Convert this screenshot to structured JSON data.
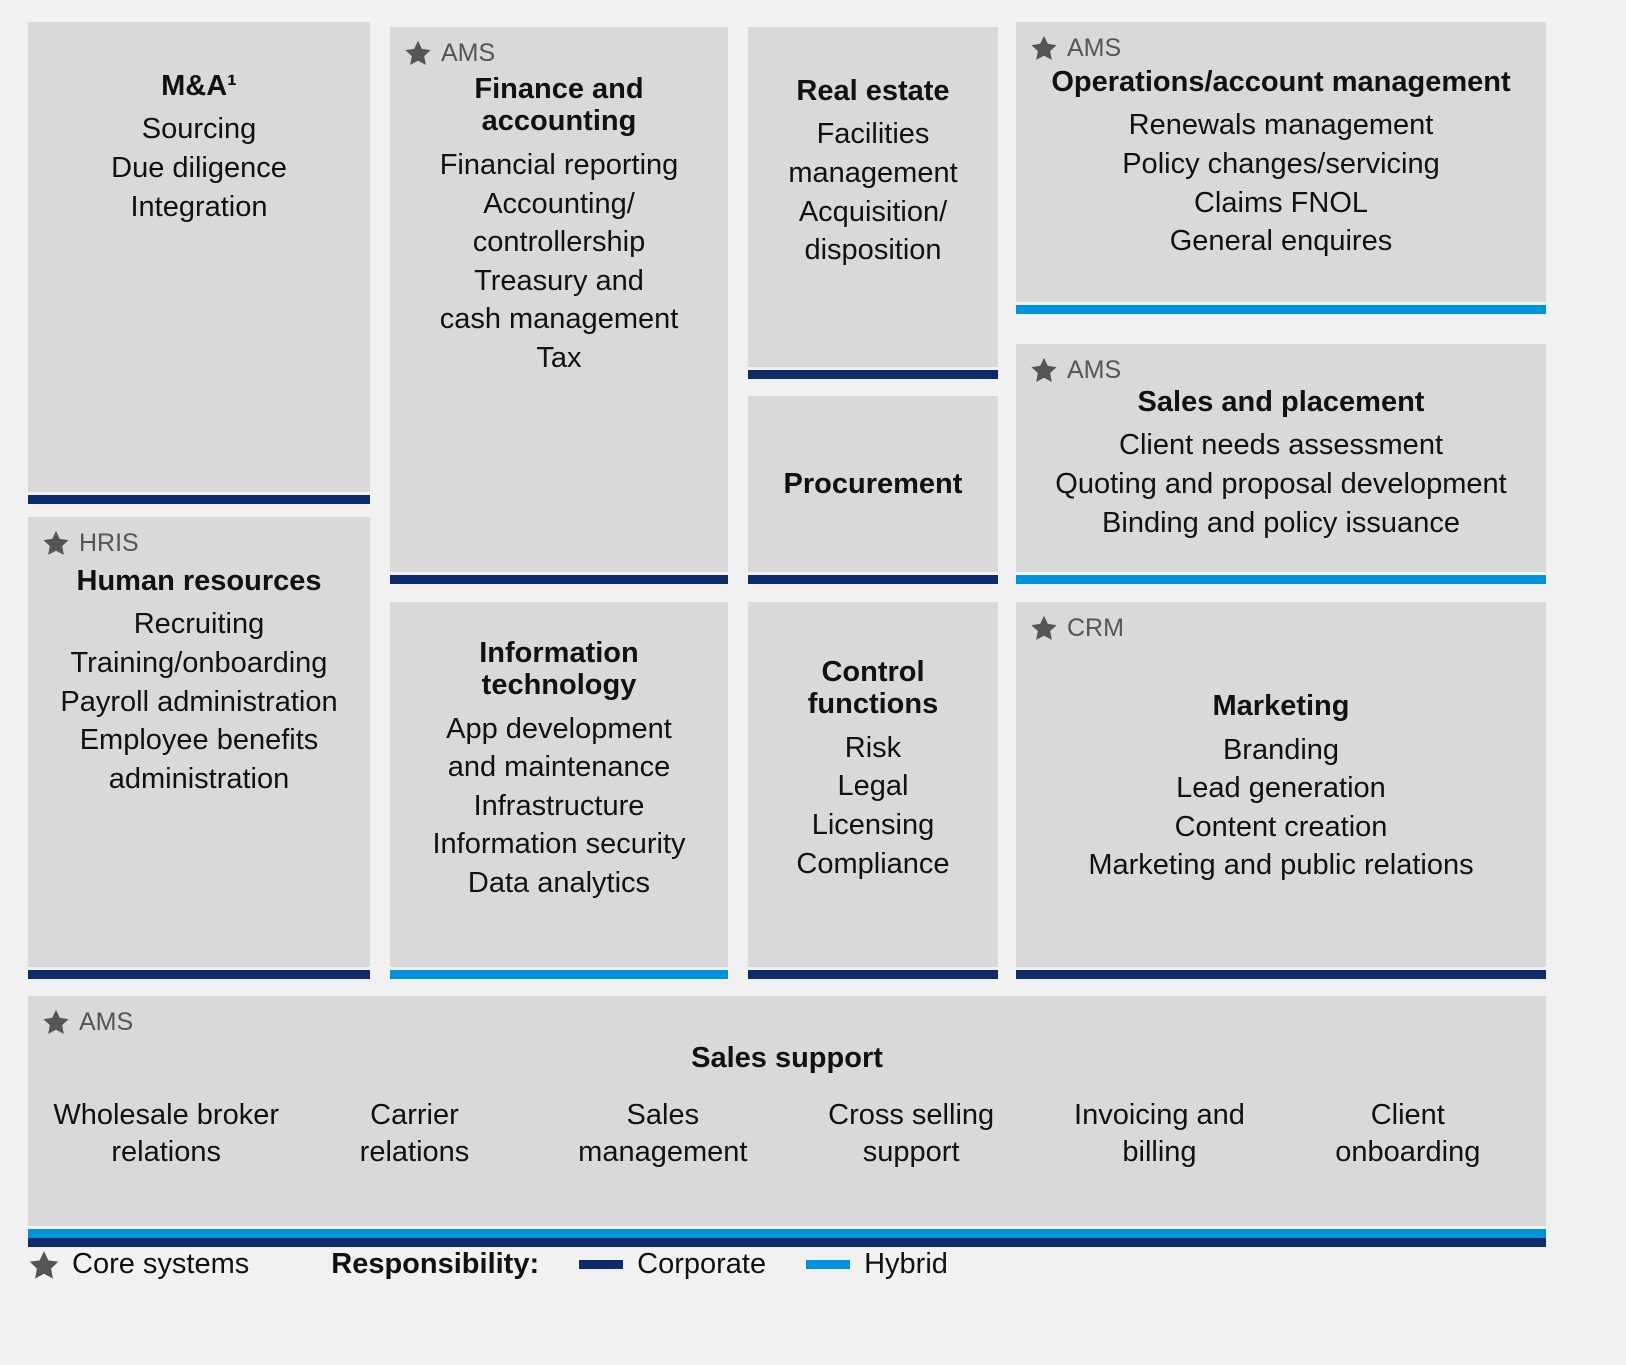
{
  "colors": {
    "panel_bg": "#d9d9d9",
    "page_bg": "#f1f1f1",
    "corporate": "#0d2a6b",
    "hybrid": "#0093dd",
    "star": "#555555"
  },
  "panels": {
    "ma": {
      "tag": null,
      "title": "M&A¹",
      "items": [
        "Sourcing",
        "Due diligence",
        "Integration"
      ],
      "responsibility": "Corporate"
    },
    "hr": {
      "tag": "HRIS",
      "title": "Human resources",
      "items": [
        "Recruiting",
        "Training/onboarding",
        "Payroll administration",
        "Employee benefits\nadministration"
      ],
      "responsibility": "Corporate"
    },
    "finance": {
      "tag": "AMS",
      "title": "Finance and\naccounting",
      "items": [
        "Financial reporting",
        "Accounting/\ncontrollership",
        "Treasury and\ncash management",
        "Tax"
      ],
      "responsibility": "Corporate"
    },
    "it": {
      "tag": null,
      "title": "Information\ntechnology",
      "items": [
        "App development\nand maintenance",
        "Infrastructure",
        "Information security",
        "Data analytics"
      ],
      "responsibility": "Hybrid"
    },
    "realestate": {
      "tag": null,
      "title": "Real estate",
      "items": [
        "Facilities\nmanagement",
        "Acquisition/\ndisposition"
      ],
      "responsibility": "Corporate"
    },
    "procurement": {
      "tag": null,
      "title": "Procurement",
      "items": [],
      "responsibility": "Corporate"
    },
    "control": {
      "tag": null,
      "title": "Control\nfunctions",
      "items": [
        "Risk",
        "Legal",
        "Licensing",
        "Compliance"
      ],
      "responsibility": "Corporate"
    },
    "operations": {
      "tag": "AMS",
      "title": "Operations/account management",
      "items": [
        "Renewals management",
        "Policy changes/servicing",
        "Claims FNOL",
        "General enquires"
      ],
      "responsibility": "Hybrid"
    },
    "salesplacement": {
      "tag": "AMS",
      "title": "Sales and placement",
      "items": [
        "Client needs assessment",
        "Quoting and proposal development",
        "Binding and policy issuance"
      ],
      "responsibility": "Hybrid"
    },
    "marketing": {
      "tag": "CRM",
      "title": "Marketing",
      "items": [
        "Branding",
        "Lead generation",
        "Content creation",
        "Marketing and public relations"
      ],
      "responsibility": "Corporate"
    },
    "salessupport": {
      "tag": "AMS",
      "title": "Sales support",
      "columns": [
        "Wholesale broker\nrelations",
        "Carrier\nrelations",
        "Sales\nmanagement",
        "Cross selling\nsupport",
        "Invoicing and\nbilling",
        "Client\nonboarding"
      ],
      "responsibility": "Hybrid and Corporate"
    }
  },
  "legend": {
    "core_systems_label": "Core systems",
    "responsibility_label": "Responsibility:",
    "corporate_label": "Corporate",
    "hybrid_label": "Hybrid"
  }
}
